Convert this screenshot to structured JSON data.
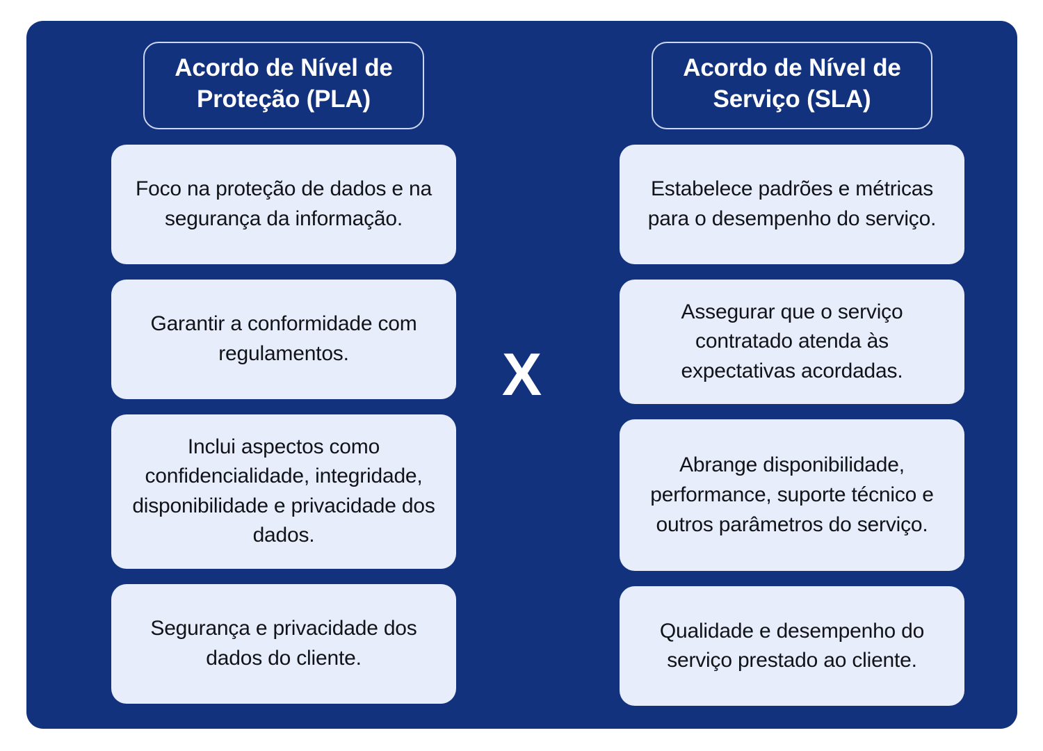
{
  "theme": {
    "panel_bg": "#12327e",
    "card_bg": "#e7edfb",
    "card_text": "#111318",
    "header_text": "#ffffff",
    "header_border": "#ccd6ee",
    "page_bg": "#ffffff"
  },
  "separator": {
    "label": "X"
  },
  "columns": [
    {
      "id": "pla",
      "header": "Acordo de Nível de Proteção (PLA)",
      "cards": [
        {
          "text": "Foco na proteção de dados e na segurança da informação."
        },
        {
          "text": "Garantir a conformidade com regulamentos."
        },
        {
          "text": "Inclui aspectos como confidencialidade, integridade, disponibilidade e privacidade dos dados."
        },
        {
          "text": "Segurança e privacidade dos dados do cliente."
        }
      ]
    },
    {
      "id": "sla",
      "header": "Acordo de Nível de Serviço (SLA)",
      "cards": [
        {
          "text": "Estabelece padrões e métricas para o desempenho do serviço."
        },
        {
          "text": "Assegurar que o serviço contratado atenda às expectativas acordadas."
        },
        {
          "text": "Abrange disponibilidade, performance, suporte técnico e outros parâmetros do serviço."
        },
        {
          "text": "Qualidade e desempenho do serviço prestado ao cliente."
        }
      ]
    }
  ]
}
